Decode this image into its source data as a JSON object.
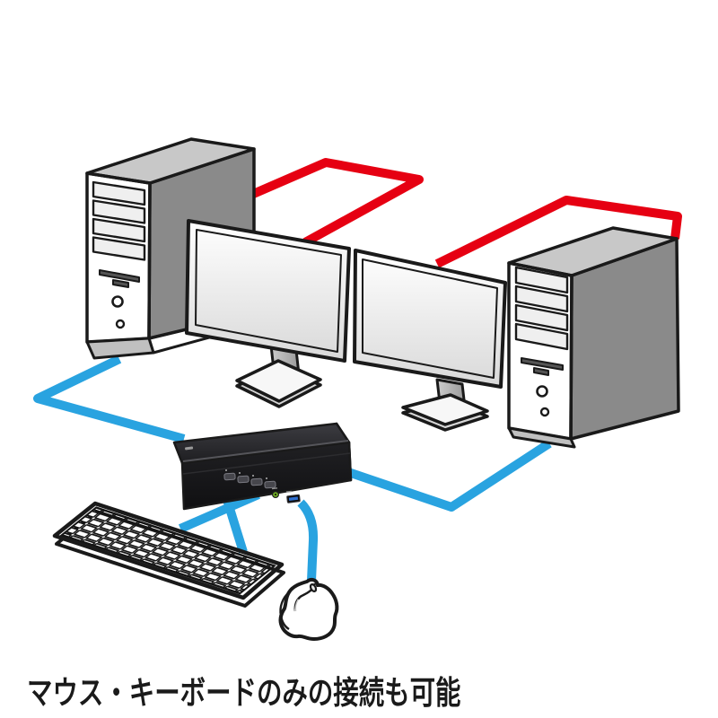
{
  "caption": "マウス・キーボードのみの接続も可能",
  "colors": {
    "background": "#ffffff",
    "outline": "#1a1a1a",
    "video_cable": "#e60012",
    "usb_cable": "#29a3e0",
    "tower_front": "#f2f2f2",
    "tower_side": "#8a8a8a",
    "tower_top": "#c8c8c8",
    "screen_dark": "#4d4d4d",
    "screen_light": "#848484",
    "kvm_top_light": "#3c3c41",
    "kvm_top_dark": "#1e1e21",
    "kvm_front_light": "#202023",
    "kvm_front_dark": "#101012",
    "kvm_side": "#0d0d0e",
    "led_green": "#6fae22",
    "usb_port_blue": "#2f6fd0",
    "caption_color": "#1a1a1a"
  },
  "scene": {
    "pc_left": {
      "icon": "desktop-tower-icon",
      "drive_bays": 4
    },
    "pc_right": {
      "icon": "desktop-tower-icon",
      "drive_bays": 4
    },
    "monitor_left": {
      "icon": "monitor-icon"
    },
    "monitor_right": {
      "icon": "monitor-icon"
    },
    "kvm_switch": {
      "icon": "kvm-switch-icon",
      "port_buttons": 4,
      "front_ports": [
        "audio-jack",
        "usb-port"
      ]
    },
    "keyboard": {
      "icon": "keyboard-icon"
    },
    "mouse": {
      "icon": "mouse-icon"
    },
    "cables": {
      "video_red": 2,
      "usb_blue": 5
    }
  }
}
